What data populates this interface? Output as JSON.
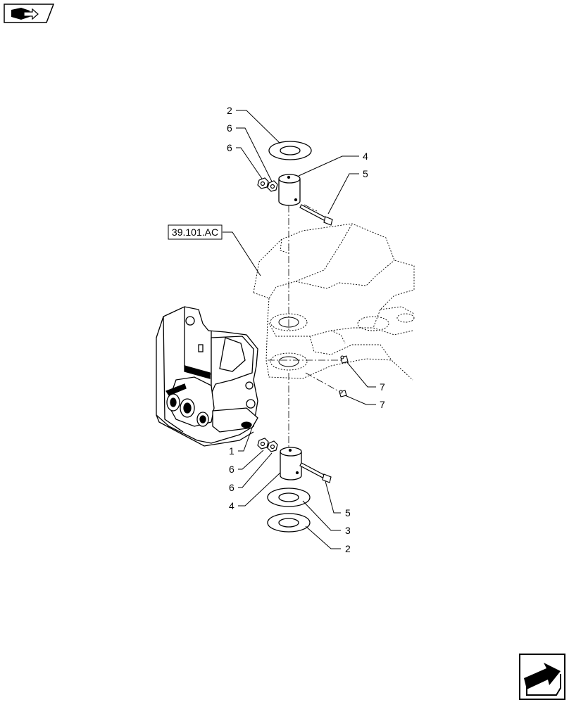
{
  "reference_label": "39.101.AC",
  "callouts": {
    "top_washer": "2",
    "top_nut_a": "6",
    "top_nut_b": "6",
    "top_sleeve": "4",
    "top_bolt": "5",
    "grease_fitting_a": "7",
    "grease_fitting_b": "7",
    "support": "1",
    "bottom_nut_a": "6",
    "bottom_nut_b": "6",
    "bottom_sleeve": "4",
    "bottom_bolt": "5",
    "bottom_shim": "3",
    "bottom_washer": "2"
  },
  "icons": {
    "top_left": "book-navigation-icon",
    "bottom_right": "next-page-arrow-icon"
  }
}
